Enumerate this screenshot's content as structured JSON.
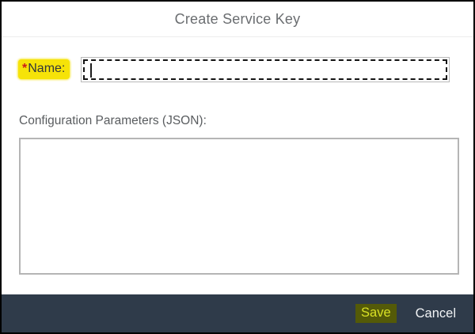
{
  "dialog": {
    "title": "Create Service Key",
    "name_field": {
      "required_marker": "*",
      "label": "Name:",
      "value": ""
    },
    "config_field": {
      "label": "Configuration Parameters (JSON):",
      "value": ""
    },
    "footer": {
      "save_label": "Save",
      "cancel_label": "Cancel"
    },
    "colors": {
      "title_text": "#6a6d70",
      "label_text": "#32363a",
      "muted_label_text": "#595c5f",
      "required_red": "#cc1919",
      "highlight_yellow": "#f6e308",
      "footer_bg": "#2f3b4a",
      "save_highlight_bg": "#545a08",
      "save_text": "#d9e125",
      "cancel_text": "#f2f4f6",
      "input_border": "#b9b9b9",
      "focus_dash": "#141414",
      "textarea_border": "#b5b5b5",
      "dialog_border": "#000000",
      "divider": "#ececec"
    }
  }
}
